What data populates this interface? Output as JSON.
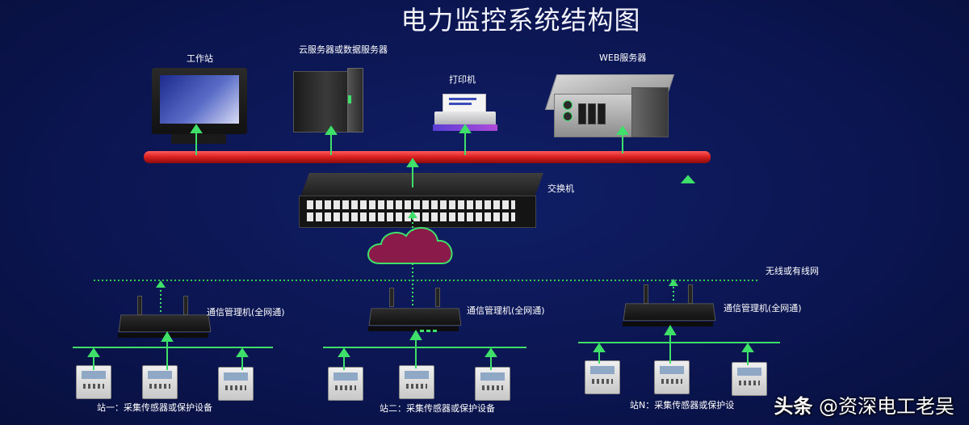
{
  "title": "电力监控系统结构图",
  "devices": {
    "workstation": "工作站",
    "cloud_server": "云服务器或数据服务器",
    "printer": "打印机",
    "web_server": "WEB服务器",
    "switch": "交换机",
    "network": "无线或有线网"
  },
  "stations": [
    {
      "router_label": "通信管理机(全网通)",
      "caption": "站一：采集传感器或保护设备"
    },
    {
      "router_label": "通信管理机(全网通)",
      "caption": "站二：采集传感器或保护设备"
    },
    {
      "router_label": "通信管理机(全网通)",
      "caption": "站N：采集传感器或保护设"
    }
  ],
  "watermark": {
    "brand": "头条",
    "author": "@资深电工老吴"
  },
  "colors": {
    "background": "#0b1550",
    "bus": "#d81e1e",
    "arrow": "#3ee06a",
    "dotted": "#2ec84a",
    "cloud": "#8a1a4a",
    "cloud_outline": "#3ee06a"
  },
  "icons": [
    "monitor-icon",
    "server-tower-icon",
    "printer-icon",
    "rack-server-icon",
    "switch-icon",
    "cloud-icon",
    "router-icon",
    "meter-icon"
  ]
}
